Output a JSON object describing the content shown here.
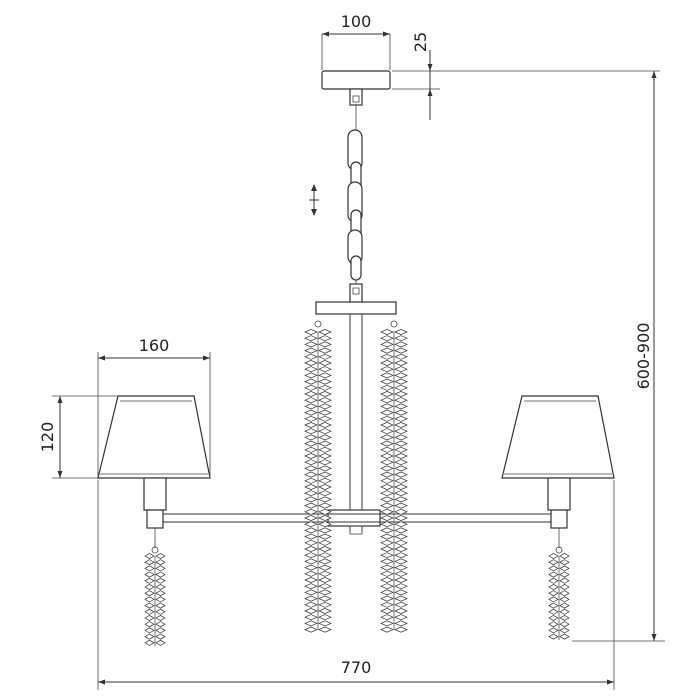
{
  "dimensions": {
    "canopy_width": "100",
    "canopy_height": "25",
    "shade_width": "160",
    "shade_height": "120",
    "total_height": "600-900",
    "total_width": "770"
  },
  "colors": {
    "line": "#333333",
    "background": "#ffffff"
  },
  "icons": {
    "adjust_arrow": "vertical-adjust-arrow-icon"
  }
}
